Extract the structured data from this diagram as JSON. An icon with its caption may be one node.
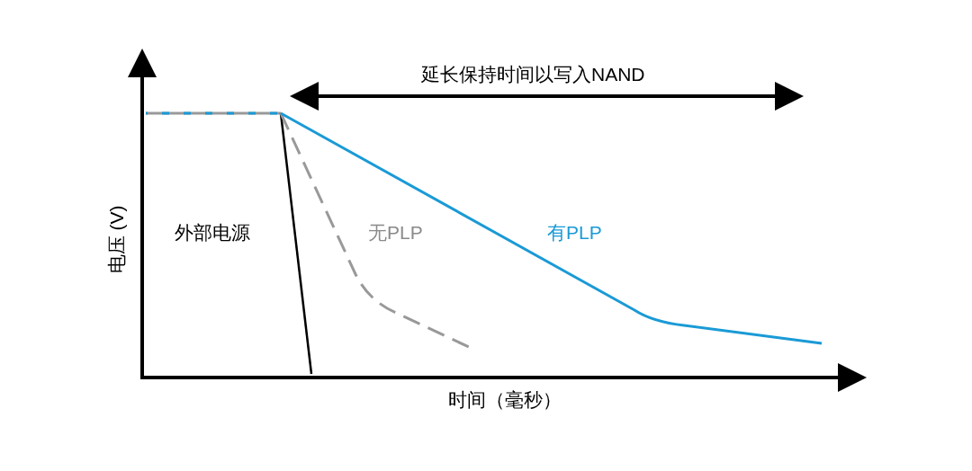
{
  "diagram": {
    "labels": [
      "延长保持时间以写入NAND",
      "外部电源",
      "无PLP",
      "有PLP",
      "电压 (V)",
      "时间（毫秒）"
    ]
  }
}
